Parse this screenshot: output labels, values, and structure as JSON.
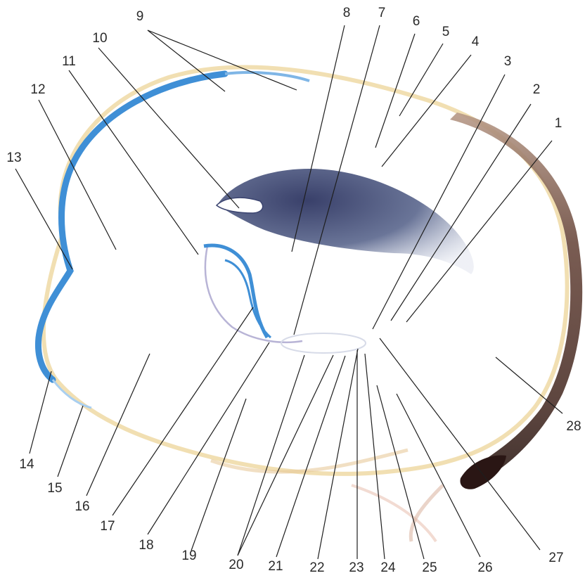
{
  "labels": {
    "l1": "1",
    "l2": "2",
    "l3": "3",
    "l4": "4",
    "l5": "5",
    "l6": "6",
    "l7": "7",
    "l8": "8",
    "l9": "9",
    "l10": "10",
    "l11": "11",
    "l12": "12",
    "l13": "13",
    "l14": "14",
    "l15": "15",
    "l16": "16",
    "l17": "17",
    "l18": "18",
    "l19": "19",
    "l20": "20",
    "l21": "21",
    "l22": "22",
    "l23": "23",
    "l24": "24",
    "l25": "25",
    "l26": "26",
    "l27": "27",
    "l28": "28"
  },
  "colors": {
    "outer_membrane": "#e8c98a",
    "blue_layer": "#3f8fd6",
    "dark_layer": "#5a3f35",
    "central_mass": "#4a5578",
    "background": "#ffffff"
  }
}
